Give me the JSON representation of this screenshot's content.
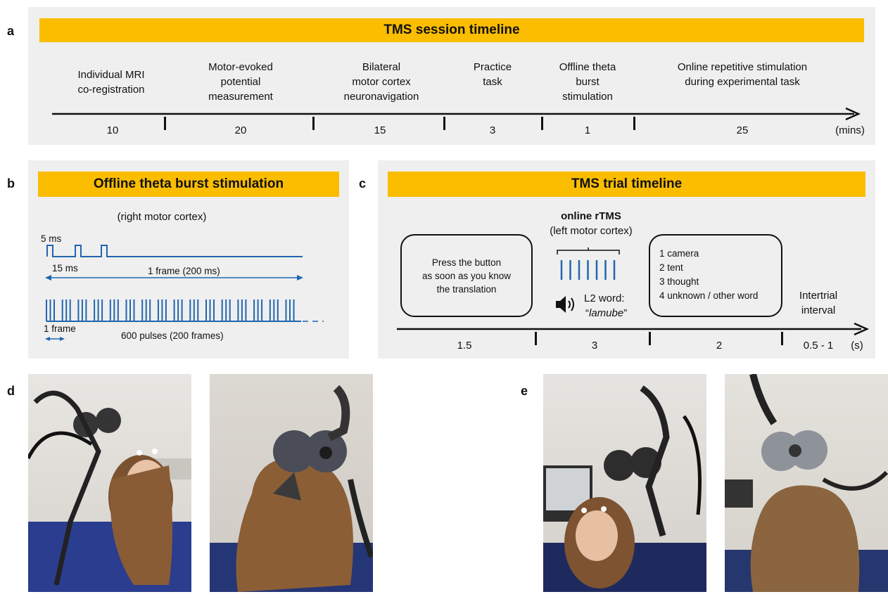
{
  "panel_labels": {
    "a": "a",
    "b": "b",
    "c": "c",
    "d": "d",
    "e": "e"
  },
  "colors": {
    "banner": "#fbbd00",
    "panel_bg": "#efefef",
    "pulse_blue": "#2166b0"
  },
  "session": {
    "title": "TMS session timeline",
    "unit": "(mins)",
    "stages": [
      {
        "label": "Individual MRI\nco-registration",
        "duration": "10"
      },
      {
        "label": "Motor-evoked\npotential\nmeasurement",
        "duration": "20"
      },
      {
        "label": "Bilateral\nmotor cortex\nneuronavigation",
        "duration": "15"
      },
      {
        "label": "Practice\ntask",
        "duration": "3"
      },
      {
        "label": "Offline theta\nburst\nstimulation",
        "duration": "1"
      },
      {
        "label": "Online repetitive stimulation\nduring experimental task",
        "duration": "25"
      }
    ]
  },
  "theta": {
    "title": "Offline theta burst stimulation",
    "site": "(right motor cortex)",
    "pulse_width": "5 ms",
    "interval": "15 ms",
    "frame_label": "1 frame (200 ms)",
    "single_frame": "1 frame",
    "total": "600 pulses (200 frames)"
  },
  "trial": {
    "title": "TMS trial timeline",
    "rtms_title": "online rTMS",
    "rtms_site": "(left motor cortex)",
    "instruction": "Press the button\nas soon as you know\nthe translation",
    "word_label": "L2 word:",
    "word_open": "“",
    "word": "lamube",
    "word_close": "”",
    "options": [
      "1 camera",
      "2 tent",
      "3 thought",
      "4 unknown / other word"
    ],
    "iti": "Intertrial\ninterval",
    "unit": "(s)",
    "durations": [
      "1.5",
      "3",
      "2",
      "0.5 - 1"
    ]
  }
}
